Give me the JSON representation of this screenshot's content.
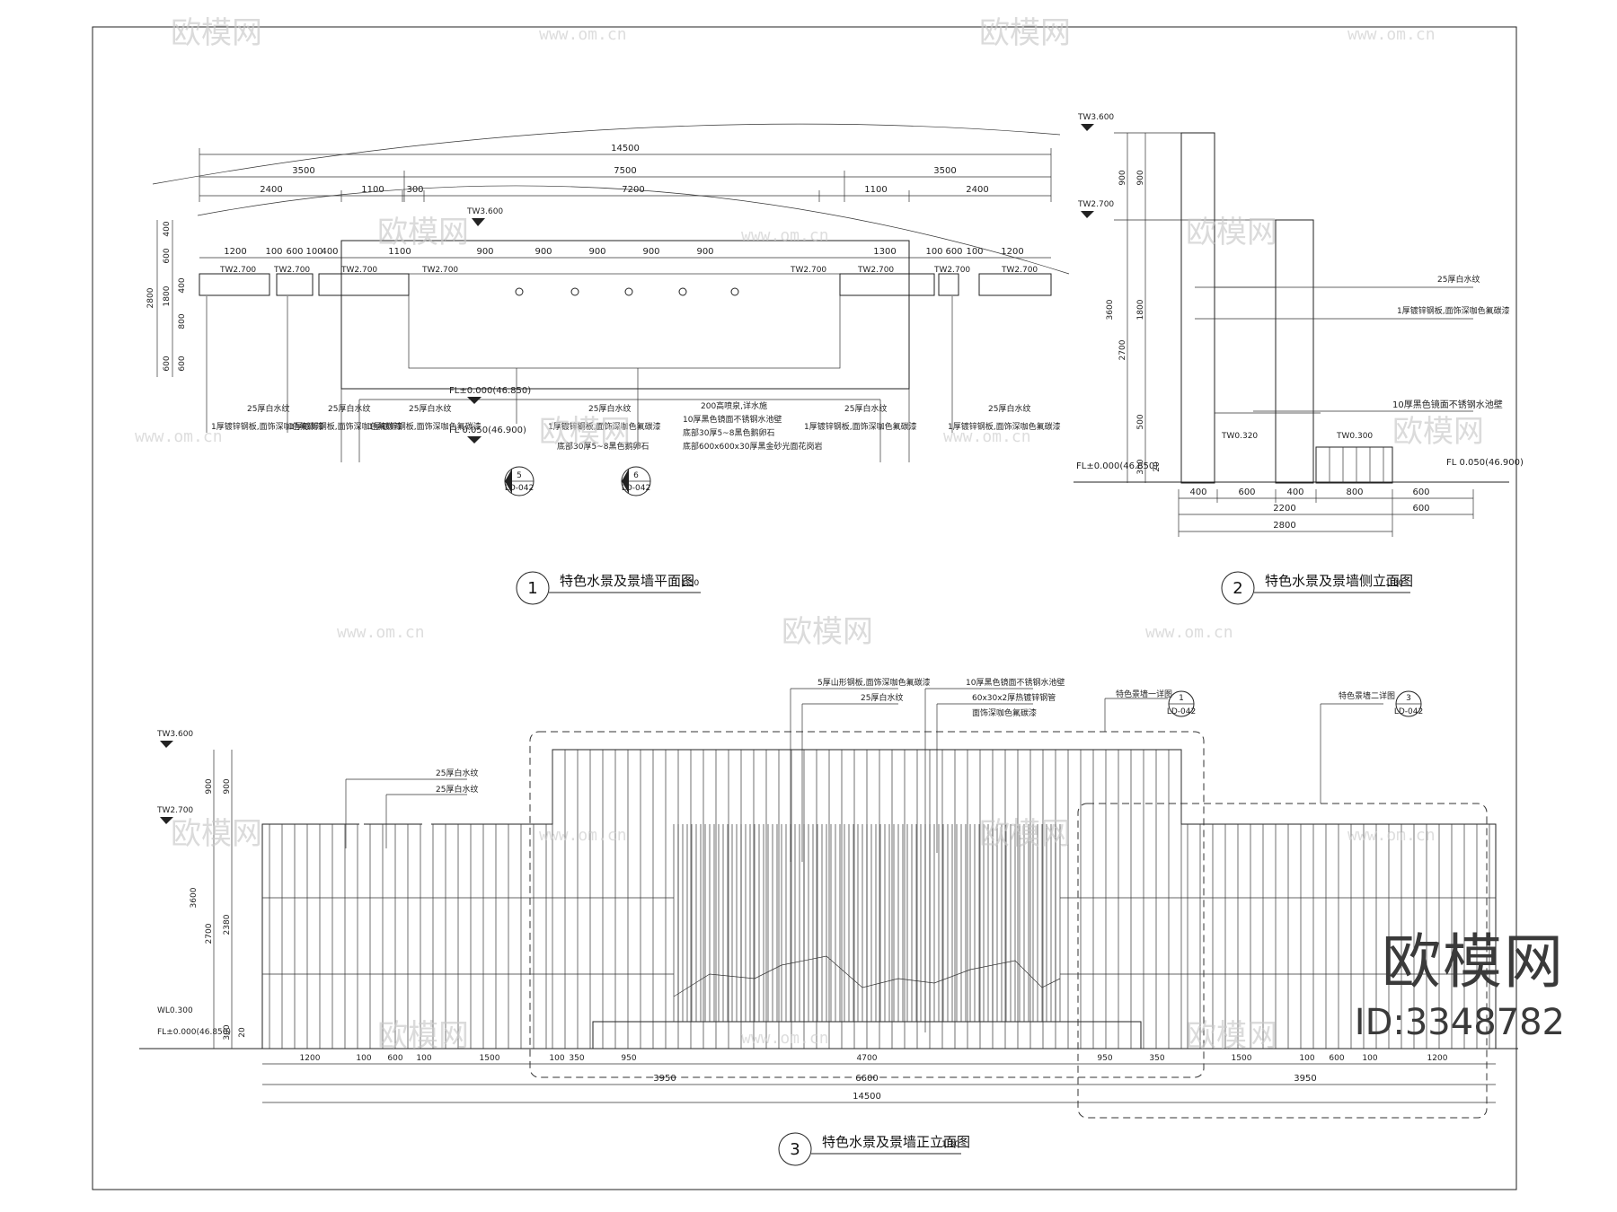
{
  "watermark": {
    "brand_cn": "欧模网",
    "url": "www.om.cn",
    "id_label": "ID:3348782"
  },
  "plan": {
    "title": "特色水景及景墙平面图",
    "scale": "1:50",
    "number": "1",
    "dims_top": [
      "14500"
    ],
    "dims_mid": [
      "3500",
      "7500",
      "3500"
    ],
    "dims_low": [
      "2400",
      "1100",
      "300",
      "7200",
      "1100",
      "2400"
    ],
    "dims_seg_left": [
      "1200",
      "100",
      "600",
      "100",
      "400"
    ],
    "dims_seg_right": [
      "100",
      "600",
      "100",
      "1200"
    ],
    "dims_inner": [
      "1100",
      "900",
      "900",
      "900",
      "900",
      "900",
      "1300"
    ],
    "dims_vertical_outer": [
      "2800"
    ],
    "dims_vertical": [
      "400",
      "600",
      "1800",
      "400",
      "800",
      "600",
      "600"
    ],
    "levels": [
      "TW3.600",
      "TW2.700",
      "TW2.700",
      "TW2.700",
      "TW2.700",
      "TW2.700",
      "TW2.700",
      "TW2.700",
      "TW2.700"
    ],
    "fl1": "FL±0.000(46.850)",
    "fl2": "FL 0.050(46.900)",
    "notes_left": [
      "25厚白水纹",
      "1厚镀锌钢板,面饰深咖色氟碳漆"
    ],
    "notes_center": [
      "25厚白水纹",
      "1厚镀锌钢板,面饰深咖色氟碳漆",
      "200高喷泉,详水施",
      "10厚黑色镜面不锈钢水池壁",
      "底部30厚5~8黑色鹅卵石",
      "底部600x600x30厚黑金砂光面花岗岩",
      "底部30厚5~8黑色鹅卵石"
    ],
    "notes_right": [
      "25厚白水纹",
      "1厚镀锌钢板,面饰深咖色氟碳漆"
    ],
    "callouts": [
      {
        "n": "5",
        "ref": "LD-042"
      },
      {
        "n": "6",
        "ref": "LD-042"
      }
    ]
  },
  "side": {
    "title": "特色水景及景墙侧立面图",
    "scale": "1:30",
    "number": "2",
    "levels": [
      "TW3.600",
      "TW2.700",
      "TW0.320",
      "TW0.300"
    ],
    "fl1": "FL±0.000(46.850)",
    "fl2": "FL 0.050(46.900)",
    "dims_v_outer": [
      "900",
      "2700",
      "3600"
    ],
    "dims_v_inner": [
      "900",
      "1800",
      "500",
      "300",
      "20"
    ],
    "dims_bottom": [
      "400",
      "600",
      "400",
      "800",
      "600"
    ],
    "dims_bottom2": [
      "2200",
      "600"
    ],
    "dims_bottom3": [
      "2800"
    ],
    "notes": [
      "25厚白水纹",
      "1厚镀锌钢板,面饰深咖色氟碳漆",
      "10厚黑色镜面不锈钢水池壁"
    ]
  },
  "front": {
    "title": "特色水景及景墙正立面图",
    "scale": "1:30",
    "number": "3",
    "levels": [
      "TW3.600",
      "TW2.700",
      "WL0.300",
      "FL±0.000(46.850)"
    ],
    "dims_v_outer": [
      "900",
      "3600",
      "2700"
    ],
    "dims_v_inner": [
      "900",
      "2380",
      "300",
      "20"
    ],
    "dims_bottom": [
      "1200",
      "100",
      "600",
      "100",
      "1500",
      "100",
      "350",
      "950",
      "4700",
      "950",
      "350",
      "1500",
      "100",
      "600",
      "100",
      "1200"
    ],
    "dims_bottom2": [
      "3950",
      "6600",
      "3950"
    ],
    "dims_bottom3": [
      "14500"
    ],
    "notes_left": [
      "25厚白水纹",
      "25厚白水纹"
    ],
    "notes_center": [
      "5厚山形钢板,面饰深咖色氟碳漆",
      "25厚白水纹",
      "10厚黑色镜面不锈钢水池壁",
      "60x30x2厚热镀锌钢管",
      "面饰深咖色氟碳漆"
    ],
    "detail_1": {
      "label": "特色景墙一详图",
      "n": "1",
      "ref": "LD-042"
    },
    "detail_3": {
      "label": "特色景墙二详图",
      "n": "3",
      "ref": "LD-042"
    }
  }
}
